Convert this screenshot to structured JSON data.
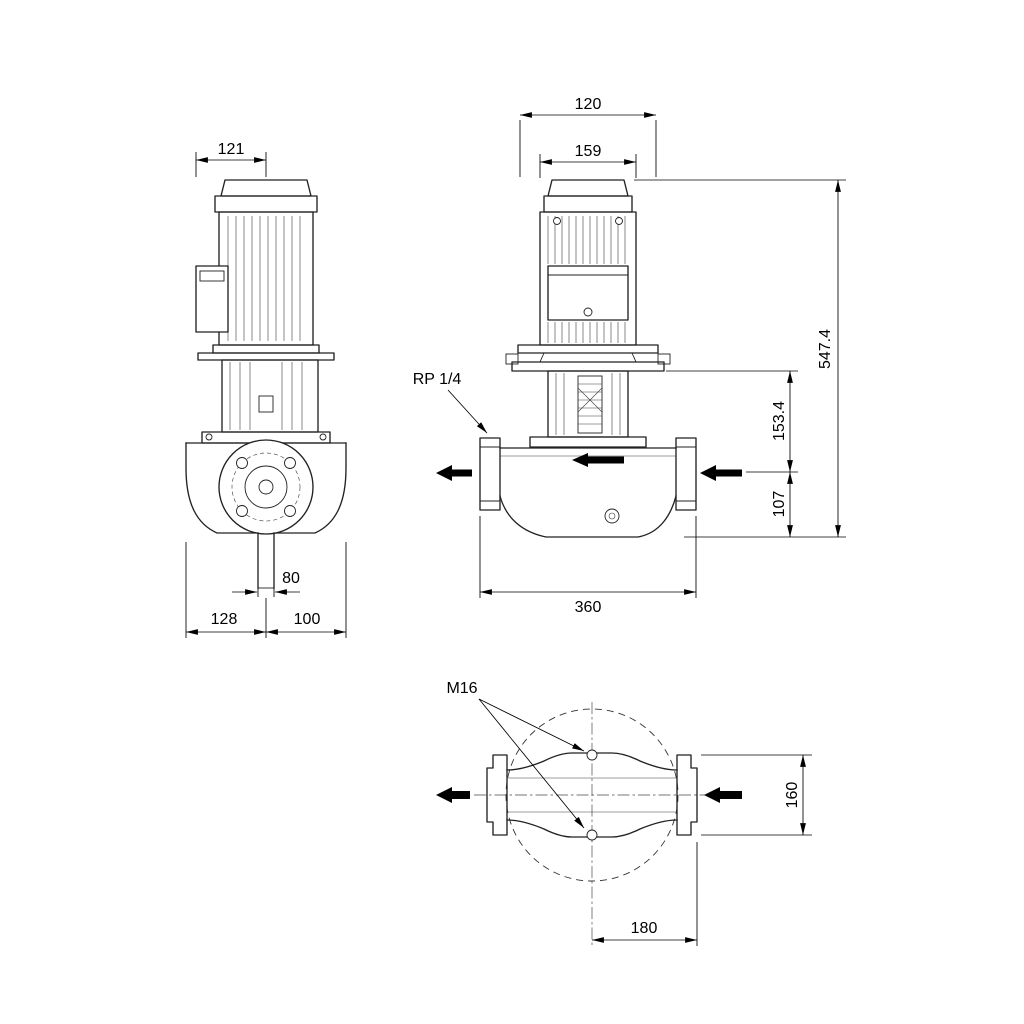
{
  "views": {
    "side": {
      "dim_top_width": "121",
      "dim_port_bore": "80",
      "dim_base_left": "128",
      "dim_base_right": "100"
    },
    "front": {
      "dim_top_width": "120",
      "dim_motor_width": "159",
      "label_gauge_port": "RP 1/4",
      "dim_total_height": "547.4",
      "dim_upper_height": "153.4",
      "dim_port_height": "107",
      "dim_port_to_port": "360"
    },
    "top": {
      "label_mounting_thread": "M16",
      "dim_casing_height": "160",
      "dim_center_to_flange": "180"
    }
  }
}
